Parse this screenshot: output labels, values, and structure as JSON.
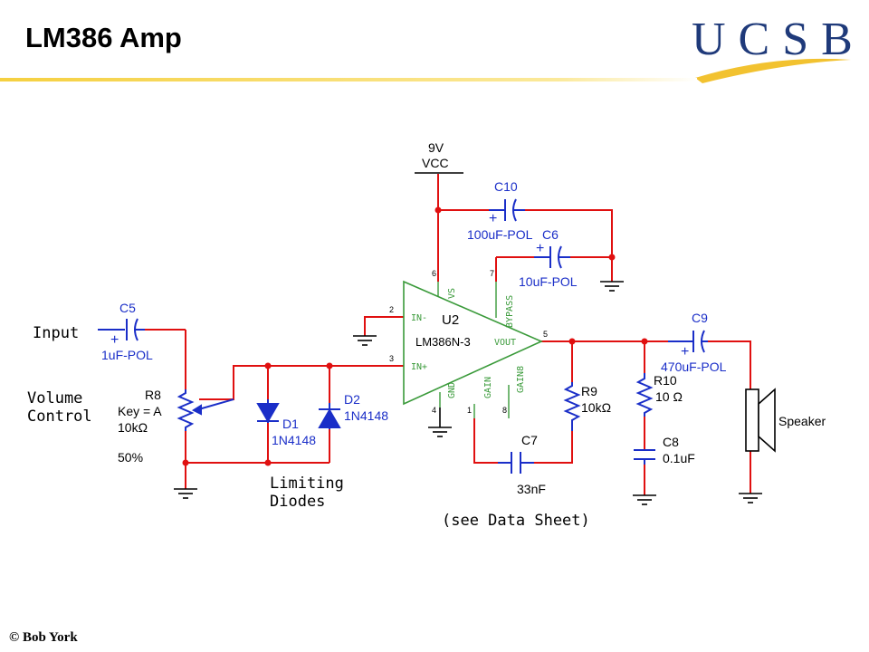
{
  "slide": {
    "title": "LM386 Amp",
    "logo_text": "UCSB",
    "footer": "© Bob York"
  },
  "schematic": {
    "supply": {
      "voltage": "9V",
      "net": "VCC"
    },
    "notes": {
      "input": "Input",
      "volume1": "Volume",
      "volume2": "Control",
      "limiting1": "Limiting",
      "limiting2": "Diodes",
      "datasheet": "(see Data Sheet)"
    },
    "ic": {
      "ref": "U2",
      "part": "LM386N-3",
      "pins": {
        "in_minus": "IN-",
        "in_plus": "IN+",
        "vs": "VS",
        "bypass": "BYPASS",
        "vout": "VOUT",
        "gnd": "GND",
        "gain": "GAIN",
        "gain8": "GAIN8",
        "p1": "1",
        "p2": "2",
        "p3": "3",
        "p4": "4",
        "p5": "5",
        "p6": "6",
        "p7": "7",
        "p8": "8"
      }
    },
    "components": {
      "c5": {
        "ref": "C5",
        "value": "1uF-POL",
        "plus": "+"
      },
      "r8": {
        "ref": "R8",
        "key": "Key = A",
        "value": "10kΩ",
        "setting": "50%"
      },
      "d1": {
        "ref": "D1",
        "part": "1N4148"
      },
      "d2": {
        "ref": "D2",
        "part": "1N4148"
      },
      "c10": {
        "ref": "C10",
        "value": "100uF-POL",
        "plus": "+"
      },
      "c6": {
        "ref": "C6",
        "value": "10uF-POL",
        "plus": "+"
      },
      "r9": {
        "ref": "R9",
        "value": "10kΩ"
      },
      "c7": {
        "ref": "C7",
        "value": "33nF"
      },
      "r10": {
        "ref": "R10",
        "value": "10 Ω"
      },
      "c8": {
        "ref": "C8",
        "value": "0.1uF"
      },
      "c9": {
        "ref": "C9",
        "value": "470uF-POL",
        "plus": "+"
      },
      "speaker": {
        "label": "Speaker"
      }
    },
    "colors": {
      "wire": "#e01010",
      "ic": "#3a9a3a",
      "component": "#1a2ec8",
      "ground": "#000000"
    }
  }
}
